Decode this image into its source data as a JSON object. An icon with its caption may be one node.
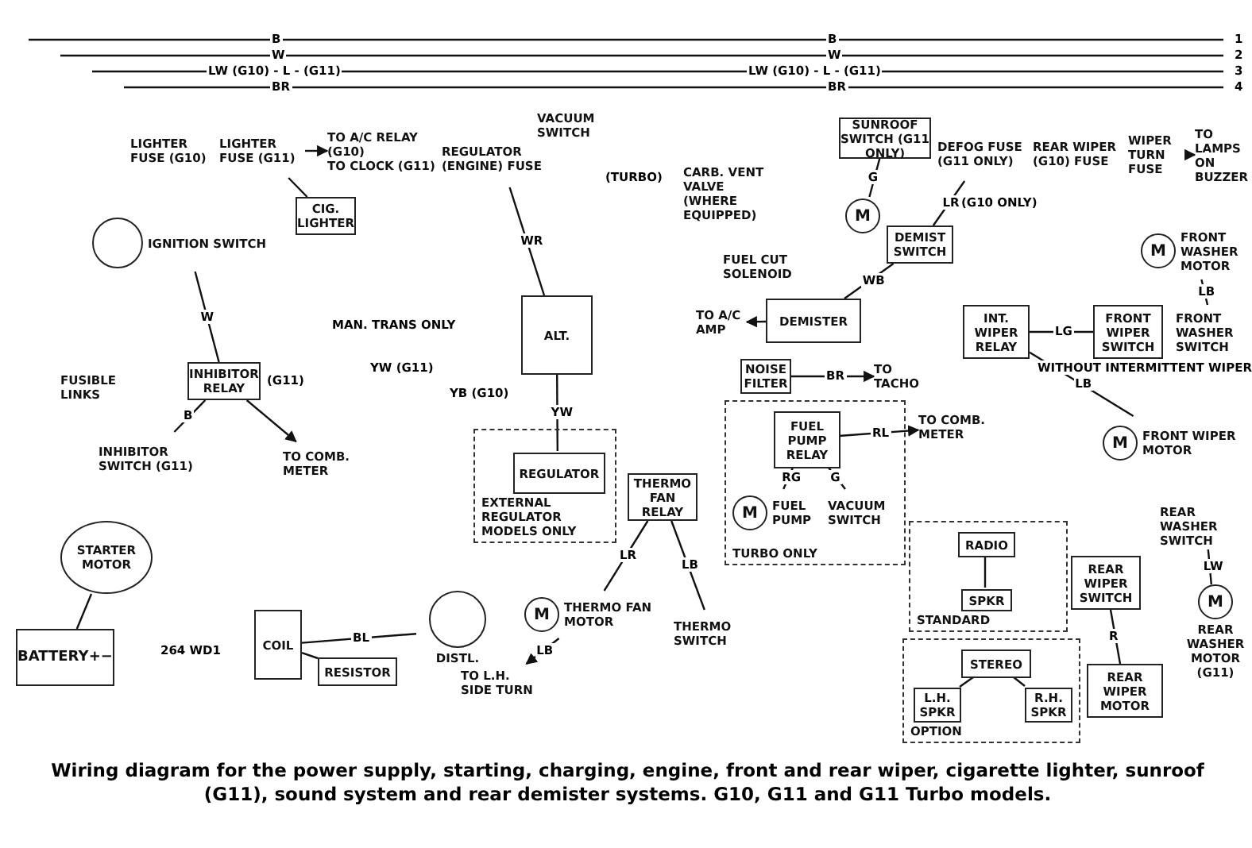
{
  "diagram": {
    "caption": "Wiring diagram for the power supply, starting, charging, engine, front and rear wiper, cigarette lighter, sunroof (G11), sound system and rear demister systems. G10, G11 and G11 Turbo models.",
    "nodes": [
      {
        "text": [
          "LIGHTER FUSE (G10)"
        ]
      },
      {
        "text": [
          "LIGHTER FUSE (G11)"
        ]
      },
      {
        "text": [
          "TO A/C RELAY (G10)",
          "TO CLOCK (G11)"
        ]
      },
      {
        "text": [
          "CIG. LIGHTER"
        ]
      },
      {
        "text": [
          "IGNITION SWITCH"
        ]
      },
      {
        "text": [
          "REGULATOR (ENGINE) FUSE"
        ]
      },
      {
        "text": [
          "VACUUM SWITCH"
        ]
      },
      {
        "text": [
          "SUNROOF SWITCH (G11 ONLY)"
        ]
      },
      {
        "text": [
          "CARB. VENT VALVE (WHERE EQUIPPED)"
        ]
      },
      {
        "text": [
          "M"
        ]
      },
      {
        "text": [
          "DEFOG FUSE (G11 ONLY)"
        ]
      },
      {
        "text": [
          "REAR WIPER (G10) FUSE"
        ]
      },
      {
        "text": [
          "WIPER TURN FUSE"
        ]
      },
      {
        "text": [
          "TO LAMPS ON BUZZER"
        ]
      },
      {
        "text": [
          "DEMIST SWITCH"
        ]
      },
      {
        "text": [
          "FUEL CUT SOLENOID"
        ]
      },
      {
        "text": [
          "M",
          "FRONT WASHER MOTOR"
        ]
      },
      {
        "text": [
          "ALT."
        ]
      },
      {
        "text": [
          "INHIBITOR RELAY"
        ],
        "beside": [
          "(G11)"
        ]
      },
      {
        "text": [
          "FUSIBLE LINKS"
        ]
      },
      {
        "text": [
          "INHIBITOR SWITCH (G11)"
        ]
      },
      {
        "text": [
          "TO COMB. METER"
        ]
      },
      {
        "text": [
          "REGULATOR"
        ],
        "in": 23
      },
      {
        "text": [
          "EXTERNAL REGULATOR MODELS ONLY"
        ]
      },
      {
        "text": [
          "DEMISTER"
        ]
      },
      {
        "text": [
          "TO A/C AMP"
        ]
      },
      {
        "text": [
          "NOISE FILTER"
        ]
      },
      {
        "text": [
          "TO TACHO"
        ]
      },
      {
        "text": [
          "TURBO ONLY"
        ]
      },
      {
        "text": [
          "FUEL PUMP RELAY"
        ],
        "in": 28
      },
      {
        "text": [
          "TO COMB. METER"
        ]
      },
      {
        "text": [
          "M",
          "FUEL PUMP"
        ],
        "in": 28
      },
      {
        "text": [
          "VACUUM SWITCH"
        ],
        "in": 28
      },
      {
        "text": [
          "INT. WIPER RELAY"
        ]
      },
      {
        "text": [
          "FRONT WIPER SWITCH"
        ]
      },
      {
        "text": [
          "FRONT WASHER SWITCH"
        ]
      },
      {
        "text": [
          "M",
          "FRONT WIPER MOTOR"
        ]
      },
      {
        "text": [
          "THERMO FAN RELAY"
        ]
      },
      {
        "text": [
          "M",
          "THERMO FAN MOTOR"
        ]
      },
      {
        "text": [
          "THERMO SWITCH"
        ]
      },
      {
        "text": [
          "TO L.H. SIDE TURN"
        ]
      },
      {
        "text": [
          "STANDARD"
        ]
      },
      {
        "text": [
          "RADIO"
        ],
        "in": 41
      },
      {
        "text": [
          "SPKR"
        ],
        "in": 41
      },
      {
        "text": [
          "OPTION"
        ]
      },
      {
        "text": [
          "STEREO"
        ],
        "in": 44
      },
      {
        "text": [
          "L.H. SPKR"
        ],
        "in": 44
      },
      {
        "text": [
          "R.H. SPKR"
        ],
        "in": 44
      },
      {
        "text": [
          "REAR WASHER SWITCH"
        ]
      },
      {
        "text": [
          "REAR WIPER SWITCH"
        ]
      },
      {
        "text": [
          "REAR WIPER MOTOR"
        ]
      },
      {
        "text": [
          "M",
          "REAR WASHER MOTOR (G11)"
        ]
      },
      {
        "text": [
          "STARTER MOTOR"
        ]
      },
      {
        "text": [
          "BATTERY",
          "+",
          "−"
        ]
      },
      {
        "text": [
          "COIL"
        ]
      },
      {
        "text": [
          "RESISTOR"
        ]
      },
      {
        "text": [
          "DISTL."
        ]
      }
    ],
    "edges": [
      {
        "from": 1,
        "to": 2,
        "arrow": "to"
      },
      {
        "from": 1,
        "to": 3,
        "arrow": "none"
      },
      {
        "from": 4,
        "to": 18,
        "arrow": "none",
        "label": "W"
      },
      {
        "from": 18,
        "to": 20,
        "arrow": "none",
        "label": "B"
      },
      {
        "from": 18,
        "to": 21,
        "arrow": "to"
      },
      {
        "from": 5,
        "to": 17,
        "arrow": "none",
        "label": "WR"
      },
      {
        "from": 17,
        "to": 22,
        "arrow": "none",
        "label": "YW"
      },
      {
        "from": 7,
        "to": 9,
        "arrow": "none",
        "label": "G"
      },
      {
        "from": 10,
        "to": 14,
        "arrow": "none",
        "label": "LR"
      },
      {
        "from": 14,
        "to": 24,
        "arrow": "none",
        "label": "WB"
      },
      {
        "from": 26,
        "to": 27,
        "arrow": "to",
        "label": "BR"
      },
      {
        "from": 29,
        "to": 30,
        "arrow": "to",
        "label": "RL"
      },
      {
        "from": 29,
        "to": 31,
        "arrow": "none",
        "label": "RG"
      },
      {
        "from": 29,
        "to": 32,
        "arrow": "none",
        "label": "G"
      },
      {
        "from": 33,
        "to": 34,
        "arrow": "none",
        "label": "LG"
      },
      {
        "from": 33,
        "to": 36,
        "arrow": "none",
        "label": "LB"
      },
      {
        "from": 12,
        "to": 13,
        "arrow": "to"
      },
      {
        "from": 37,
        "to": 38,
        "arrow": "none",
        "label": "LR"
      },
      {
        "from": 38,
        "to": 40,
        "arrow": "to",
        "label": "LB"
      },
      {
        "from": 39,
        "to": 37,
        "arrow": "none",
        "label": "LB"
      },
      {
        "from": 42,
        "to": 43,
        "arrow": "none"
      },
      {
        "from": 45,
        "to": 46,
        "arrow": "none"
      },
      {
        "from": 45,
        "to": 47,
        "arrow": "none"
      },
      {
        "from": 49,
        "to": 50,
        "arrow": "none",
        "label": "R"
      },
      {
        "from": 48,
        "to": 51,
        "arrow": "none",
        "label": "LW"
      },
      {
        "from": 52,
        "to": 53,
        "arrow": "none"
      },
      {
        "from": 54,
        "to": 55,
        "arrow": "none"
      },
      {
        "from": 54,
        "to": 56,
        "arrow": "none",
        "label": "BL"
      },
      {
        "from": 16,
        "to": 35,
        "arrow": "none",
        "label": "LB"
      },
      {
        "from": 24,
        "to": 25,
        "arrow": "to"
      }
    ],
    "labels": [
      "B",
      "W",
      "LW (G10) - L - (G11)",
      "BR",
      "B",
      "W",
      "LW (G10) - L - (G11)",
      "BR",
      "1",
      "2",
      "3",
      "4",
      "MAN. TRANS ONLY",
      "YB (G10)",
      "YW (G11)",
      "WITHOUT INTERMITTENT WIPER",
      "264 WD1",
      "(TURBO)",
      "(G10 ONLY)"
    ]
  }
}
